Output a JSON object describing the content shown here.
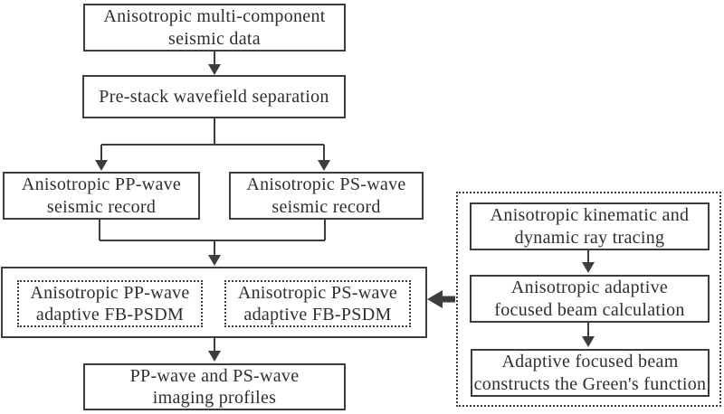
{
  "diagram": {
    "background": "#ffffff",
    "line_color": "#3d3d3d",
    "text_color": "#2e2e2e"
  },
  "nodes": {
    "seismic_data": {
      "line1": "Anisotropic multi-component",
      "line2": "seismic data"
    },
    "wavefield_separation": {
      "line1": "Pre-stack wavefield separation"
    },
    "pp_record": {
      "line1": "Anisotropic PP-wave",
      "line2": "seismic record"
    },
    "ps_record": {
      "line1": "Anisotropic PS-wave",
      "line2": "seismic record"
    },
    "pp_psdm": {
      "line1": "Anisotropic PP-wave",
      "line2": "adaptive FB-PSDM"
    },
    "ps_psdm": {
      "line1": "Anisotropic PS-wave",
      "line2": "adaptive FB-PSDM"
    },
    "imaging_profiles": {
      "line1": "PP-wave and PS-wave",
      "line2": "imaging profiles"
    },
    "ray_tracing": {
      "line1": "Anisotropic kinematic and",
      "line2": "dynamic ray tracing"
    },
    "beam_calculation": {
      "line1": "Anisotropic adaptive",
      "line2": "focused beam calculation"
    },
    "greens_function": {
      "line1": "Adaptive focused beam",
      "line2": "constructs the Green's function"
    }
  }
}
